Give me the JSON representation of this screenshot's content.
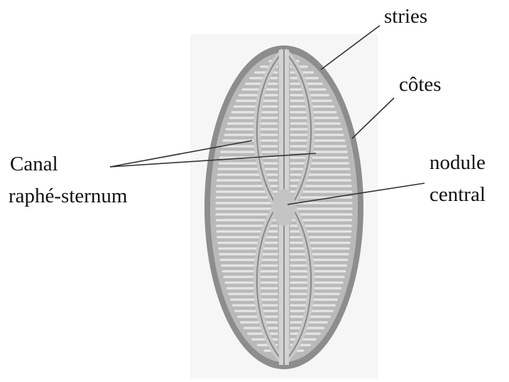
{
  "labels": {
    "stries": "stries",
    "cotes": "côtes",
    "canal": "Canal",
    "raphe_sternum": "raphé-sternum",
    "nodule": "nodule",
    "central": "central"
  }
}
